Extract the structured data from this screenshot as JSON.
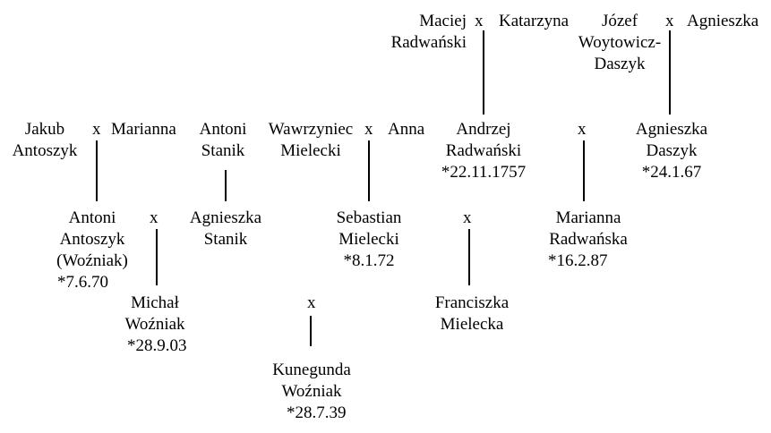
{
  "colors": {
    "background": "#ffffff",
    "ink": "#000000"
  },
  "marriage_symbol": "x",
  "people": {
    "maciej": "Maciej\nRadwański",
    "katarzyna": "Katarzyna",
    "jozef": "Józef\nWoytowicz-\nDaszyk",
    "agnieszka_top": "Agnieszka",
    "jakub": "Jakub\nAntoszyk",
    "marianna": "Marianna",
    "antoni_stanik": "Antoni\nStanik",
    "wawrzyniec": "Wawrzyniec\nMielecki",
    "anna": "Anna",
    "andrzej": "Andrzej\nRadwański\n*22.11.1757",
    "agnieszka_daszyk": "Agnieszka\nDaszyk\n*24.1.67",
    "antoni_antoszyk": "Antoni\nAntoszyk\n(Woźniak)",
    "antoni_antoszyk_birth": "*7.6.70",
    "agnieszka_stanik": "Agnieszka\nStanik",
    "sebastian": "Sebastian\nMielecki\n*8.1.72",
    "marianna_radwanska": "Marianna\nRadwańska",
    "marianna_radwanska_birth": "*16.2.87",
    "michal": "Michał\nWoźniak",
    "michal_birth": "*28.9.03",
    "franciszka": "Franciszka\nMielecka",
    "kunegunda": "Kunegunda\nWoźniak",
    "kunegunda_birth": "*28.7.39"
  }
}
